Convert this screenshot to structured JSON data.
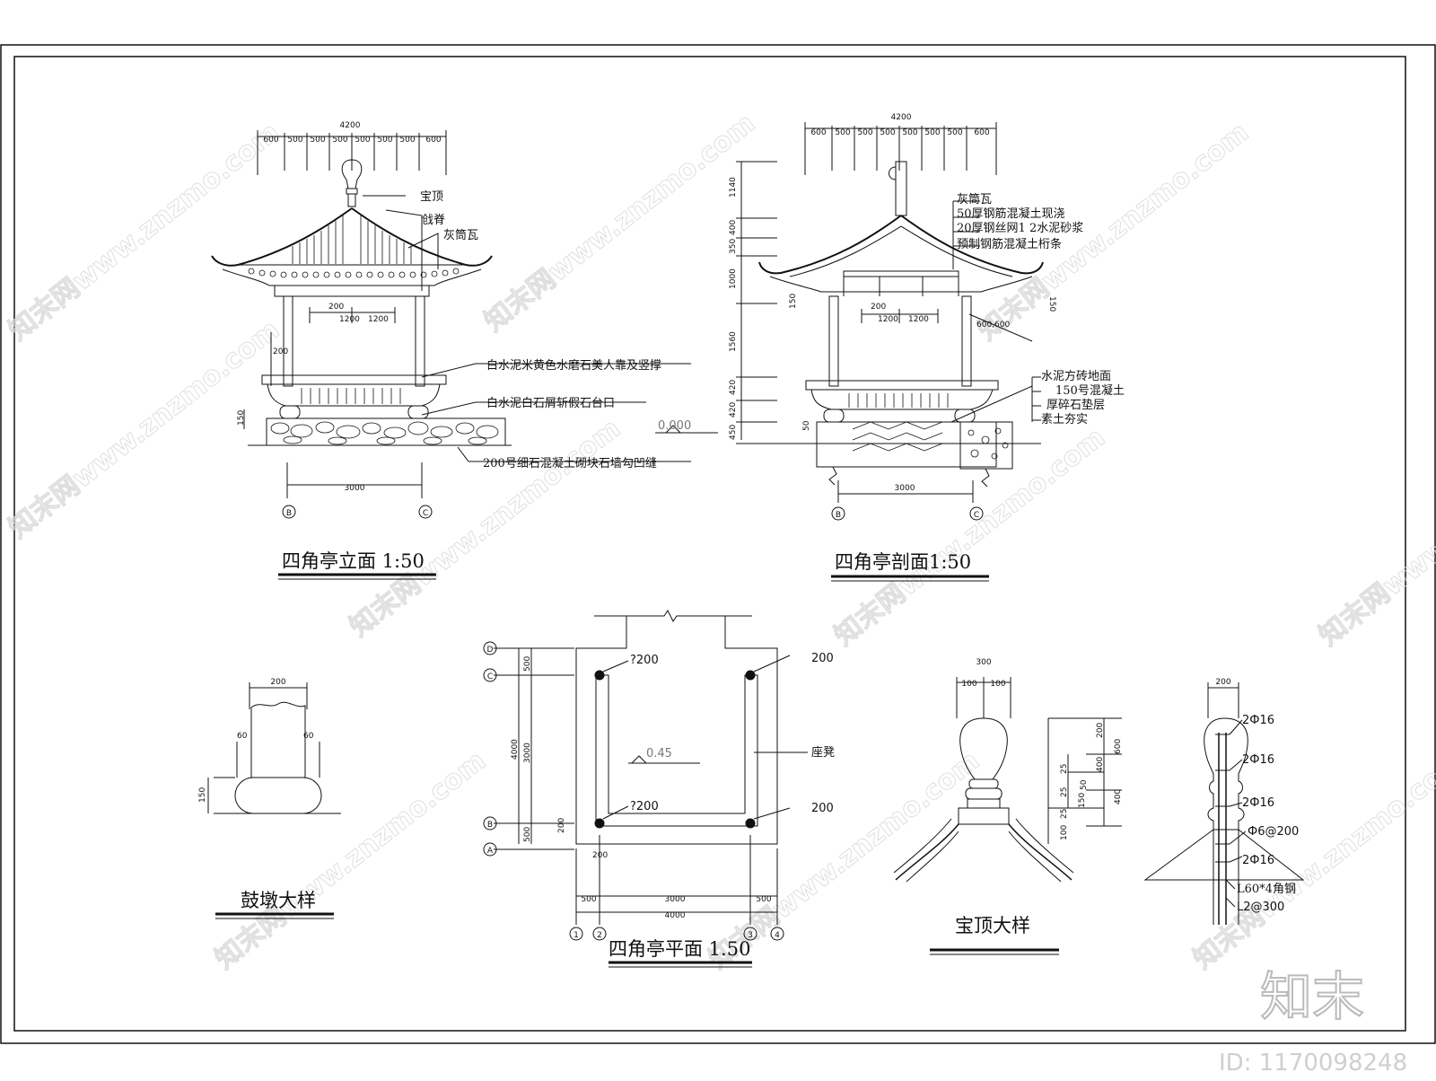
{
  "titles": {
    "elevation": "四角亭立面 1:50",
    "section": "四角亭剖面1:50",
    "plan": "四角亭平面 1.50",
    "drum": "鼓墩大样",
    "finial": "宝顶大样"
  },
  "elevation": {
    "top_total": "4200",
    "top_dims": [
      "600",
      "500",
      "500",
      "500",
      "500",
      "500",
      "500",
      "600"
    ],
    "labels": [
      "宝顶",
      "戗脊",
      "灰筒瓦",
      "白水泥米黄色水磨石美人靠及竖撑",
      "白水泥白石屑斩假石台口",
      "200号细石混凝土砌块石墙勾凹缝"
    ],
    "inner_dims": [
      "200",
      "1200",
      "1200",
      "200",
      "150"
    ],
    "bottom_dim": "3000",
    "axes": [
      "B",
      "C"
    ]
  },
  "section": {
    "top_total": "4200",
    "top_dims": [
      "600",
      "500",
      "500",
      "500",
      "500",
      "500",
      "500",
      "600"
    ],
    "left_dims": [
      "1140",
      "400",
      "350",
      "1000",
      "1560",
      "420",
      "420",
      "450"
    ],
    "roof_labels": [
      "灰筒瓦",
      "50厚钢筋混凝土现浇",
      "20厚钢丝网1 2水泥砂浆",
      "预制钢筋混凝土桁条"
    ],
    "floor_labels": [
      "水泥方砖地面",
      "150号混凝土",
      "厚碎石垫层",
      "素土夯实"
    ],
    "inner_dims": [
      "150",
      "200",
      "1200",
      "1200",
      "600,600",
      "150",
      "50"
    ],
    "level": "0.000",
    "bottom_dim": "3000",
    "axes": [
      "B",
      "C"
    ]
  },
  "plan": {
    "left_dims": [
      "500",
      "3000",
      "500",
      "4000"
    ],
    "left_axes": [
      "D",
      "C",
      "B",
      "A"
    ],
    "col_labels": [
      "?200",
      "200",
      "?200",
      "200"
    ],
    "seat_label": "座凳",
    "level": "0.45",
    "small_dims": [
      "200",
      "200"
    ],
    "bottom_dims": [
      "500",
      "3000",
      "500"
    ],
    "bottom_total": "4000",
    "bottom_axes": [
      "1",
      "2",
      "3",
      "4"
    ]
  },
  "drum": {
    "dims": [
      "200",
      "60",
      "60",
      "150"
    ]
  },
  "finial": {
    "top_dims": [
      "300",
      "100",
      "100"
    ],
    "side_dims": [
      "200",
      "400",
      "600",
      "25",
      "50",
      "25",
      "150",
      "400",
      "25",
      "100"
    ],
    "rebar_top": "200",
    "rebar_labels": [
      "2Ф16",
      "2Ф16",
      "2Ф16",
      "Ф6@200",
      "2Ф16",
      "L60*4角钢",
      "L2@300"
    ]
  },
  "watermark": {
    "text": "知末网www.znzmo.com",
    "brand": "知末",
    "id": "ID: 1170098248"
  }
}
